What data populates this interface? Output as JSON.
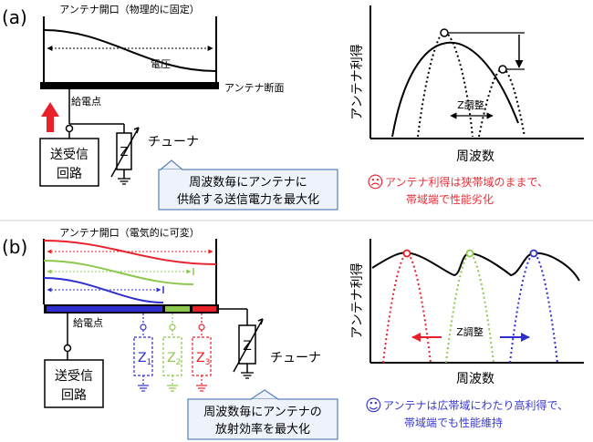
{
  "panel_a": {
    "label": "(a)",
    "aperture_title": "アンテナ開口（物理的に固定）",
    "voltage_label": "電圧",
    "section_label": "アンテナ断面",
    "feed_point_label": "給電点",
    "transceiver_line1": "送受信",
    "transceiver_line2": "回路",
    "tuner_label": "チューナ",
    "z_label": "Z",
    "callout_line1": "周波数毎にアンテナに",
    "callout_line2": "供給する送信電力を最大化",
    "graph": {
      "ylabel": "アンテナ利得",
      "xlabel": "周波数",
      "z_adjust_label": "Z調整"
    },
    "note_icon": "☹",
    "note_line1": "アンテナ利得は狭帯域のままで、",
    "note_line2": "帯域端で性能劣化",
    "note_color": "#e8303a"
  },
  "panel_b": {
    "label": "(b)",
    "aperture_title": "アンテナ開口（電気的に可変）",
    "feed_point_label": "給電点",
    "transceiver_line1": "送受信",
    "transceiver_line2": "回路",
    "tuner_label": "チューナ",
    "z_label": "Z",
    "z1_main": "Z",
    "z1_sub": "1",
    "z2_main": "Z",
    "z2_sub": "2",
    "z3_main": "Z",
    "z3_sub": "3",
    "callout_line1": "周波数毎にアンテナの",
    "callout_line2": "放射効率を最大化",
    "graph": {
      "ylabel": "アンテナ利得",
      "xlabel": "周波数",
      "z_adjust_label": "Z調整"
    },
    "note_icon": "☺",
    "note_line1": "アンテナは広帯域にわたり高利得で、",
    "note_line2": "帯域端でも性能維持",
    "note_color": "#3a3ad0"
  },
  "colors": {
    "red": "#e8202a",
    "green": "#8cc84b",
    "blue": "#2f2fd0",
    "callout_fill": "#eef3fb",
    "callout_stroke": "#5b7fb8"
  }
}
